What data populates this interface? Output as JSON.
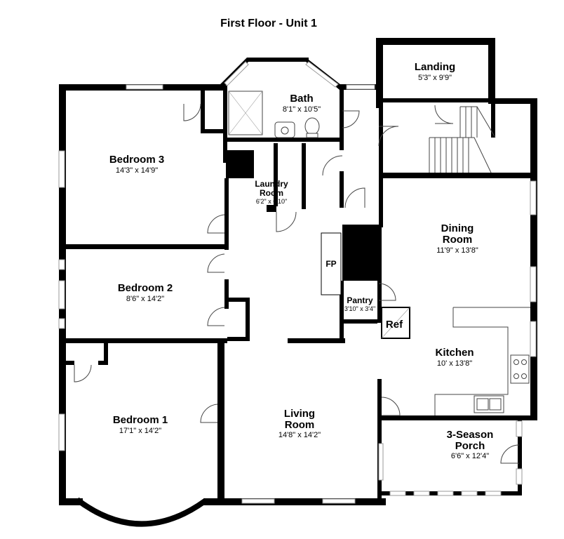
{
  "title": "First Floor - Unit 1",
  "rooms": {
    "landing": {
      "name": "Landing",
      "dim": "5'3\" x 9'9\""
    },
    "bath": {
      "name": "Bath",
      "dim": "8'1\" x 10'5\""
    },
    "bedroom3": {
      "name": "Bedroom 3",
      "dim": "14'3\" x 14'9\""
    },
    "laundry": {
      "name1": "Laundry",
      "name2": "Room",
      "dim": "6'2\" x 6'10\""
    },
    "dining": {
      "name1": "Dining",
      "name2": "Room",
      "dim": "11'9\" x 13'8\""
    },
    "fp": {
      "name": "FP"
    },
    "bedroom2": {
      "name": "Bedroom 2",
      "dim": "8'6\" x 14'2\""
    },
    "pantry": {
      "name": "Pantry",
      "dim": "3'10\" x 3'4\""
    },
    "ref": {
      "name": "Ref"
    },
    "kitchen": {
      "name": "Kitchen",
      "dim": "10' x 13'8\""
    },
    "bedroom1": {
      "name": "Bedroom 1",
      "dim": "17'1\" x 14'2\""
    },
    "living": {
      "name1": "Living",
      "name2": "Room",
      "dim": "14'8\" x 14'2\""
    },
    "porch": {
      "name1": "3-Season",
      "name2": "Porch",
      "dim": "6'6\" x 12'4\""
    }
  }
}
